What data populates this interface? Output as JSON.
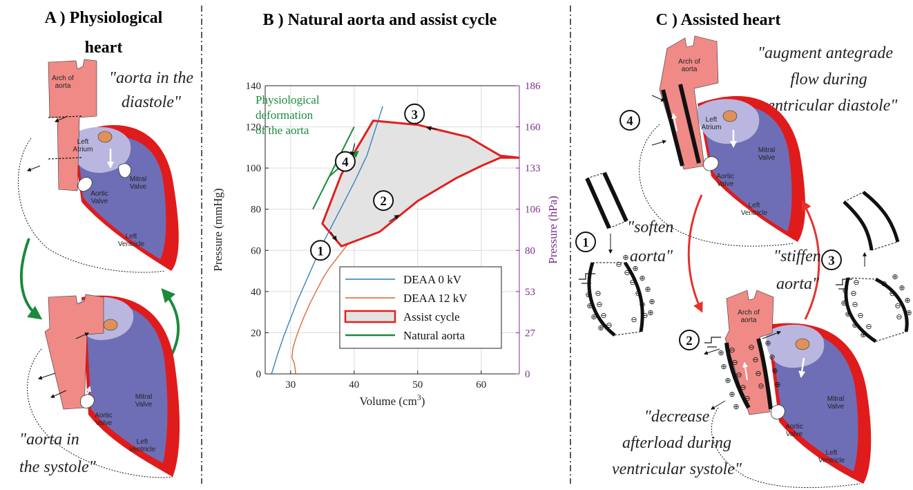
{
  "panels": {
    "a": {
      "title_line1": "A ) Physiological",
      "title_line2": "heart",
      "quote_diastole_1": "\"aorta in the",
      "quote_diastole_2": "diastole\"",
      "quote_systole_1": "\"aorta in",
      "quote_systole_2": "the systole\""
    },
    "b": {
      "title": "B ) Natural aorta and assist cycle"
    },
    "c": {
      "title": "C ) Assisted heart",
      "quote_top_1": "\"augment antegrade",
      "quote_top_2": "flow during",
      "quote_top_3": "ventricular diastole\"",
      "quote_soften_1": "\"soften",
      "quote_soften_2": "aorta\"",
      "quote_stiffen_1": "\"stiffen",
      "quote_stiffen_2": "aorta\"",
      "quote_bottom_1": "\"decrease",
      "quote_bottom_2": "afterload during",
      "quote_bottom_3": "ventricular systole\""
    }
  },
  "heart_labels": {
    "arch_1": "Arch of",
    "arch_2": "aorta",
    "left_atrium_1": "Left",
    "left_atrium_2": "Atrium",
    "mitral_1": "Mitral",
    "mitral_2": "Valve",
    "aortic_1": "Aortic",
    "aortic_2": "Valve",
    "ventricle_1": "Left",
    "ventricle_2": "Ventricle"
  },
  "step_labels": [
    "1",
    "2",
    "3",
    "4"
  ],
  "charge_symbols": {
    "plus": "⊕",
    "minus": "⊖"
  },
  "colors": {
    "aorta": "#f08a86",
    "atrium": "#b9b6e0",
    "ventricle": "#6e6eb6",
    "wall": "#e01b1b",
    "green": "#1a8a3c",
    "red_arrow": "#e8302c",
    "dashed": "#333333",
    "cycle_fill": "#e3e3e3",
    "purple": "#7b2d8e",
    "orange": "#e0905a"
  },
  "chart_data": {
    "type": "line",
    "xlabel_main": "Volume (cm",
    "xlabel_sup": "3",
    "xlabel_end": ")",
    "ylabel": "Pressure (mmHg)",
    "ylabel_right": "Pressure (hPa)",
    "xlim": [
      26,
      66
    ],
    "ylim": [
      0,
      140
    ],
    "x_ticks": [
      30,
      40,
      50,
      60
    ],
    "y_ticks": [
      0,
      20,
      40,
      60,
      80,
      100,
      120,
      140
    ],
    "y_right_ticks": [
      0,
      27,
      53,
      80,
      106,
      133,
      160,
      186
    ],
    "grid": true,
    "legend_position": "bottom-right",
    "annotation_1": "Physiological",
    "annotation_2": "deformation",
    "annotation_3": "of the aorta",
    "series": [
      {
        "name": "DEAA 0 kV",
        "color": "#2a7ab8",
        "x": [
          27,
          28,
          29,
          30,
          31,
          32,
          33,
          34,
          35,
          36,
          37,
          38,
          40,
          42,
          44.5
        ],
        "y": [
          0,
          10,
          19,
          27,
          35,
          42,
          49,
          56,
          63,
          69,
          75,
          81,
          93,
          106,
          130
        ]
      },
      {
        "name": "DEAA 12 kV",
        "color": "#d9622b",
        "x": [
          30.8,
          30.6,
          30.2,
          30.4,
          31,
          32,
          33,
          34,
          35,
          36,
          37,
          38,
          39
        ],
        "y": [
          0,
          5,
          8,
          13,
          19,
          27,
          34,
          40,
          46,
          51,
          55,
          59,
          63
        ]
      },
      {
        "name": "Assist cycle",
        "color": "#e0201d",
        "fill": "#e3e3e3",
        "x": [
          35,
          38,
          44,
          50,
          56,
          60,
          63,
          66,
          63,
          58,
          50,
          43,
          38,
          35
        ],
        "y": [
          73,
          62,
          69,
          84,
          95,
          101,
          105,
          105,
          106,
          115,
          121,
          123,
          97,
          73
        ]
      },
      {
        "name": "Natural aorta",
        "color": "#1a8a3c",
        "x": [
          33.5,
          40
        ],
        "y": [
          80,
          120
        ]
      }
    ]
  }
}
